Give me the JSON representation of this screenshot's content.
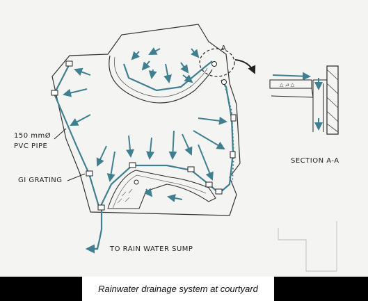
{
  "labels": {
    "pipe_line1": "150 mmØ",
    "pipe_line2": "PVC PIPE",
    "grating": "GI GRATING",
    "section": "SECTION A-A",
    "sump": "TO RAIN WATER SUMP"
  },
  "caption": "Rainwater drainage system at courtyard",
  "colors": {
    "pipe": "#3f7f8f",
    "ink": "#222222",
    "paper": "#f4f4f2",
    "background": "#000000"
  }
}
